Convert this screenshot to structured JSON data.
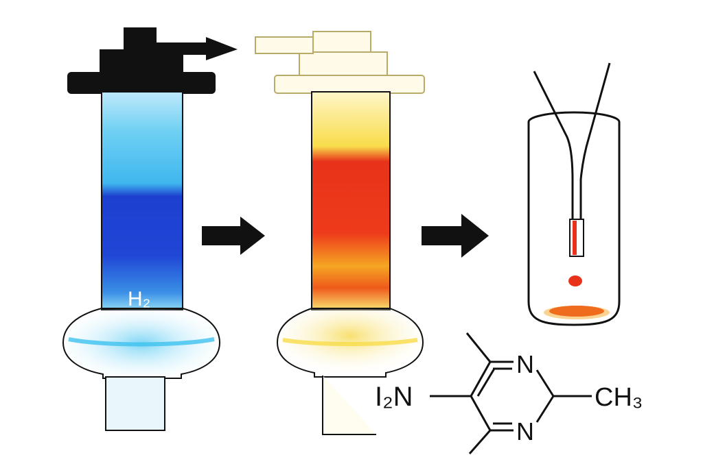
{
  "labels": {
    "gas": "H₂",
    "amine_group": "I₂N",
    "ring_n_top": "N",
    "ring_n_bottom": "N",
    "methyl": "CH₃"
  },
  "colors": {
    "blue_dark": "#1d3fd0",
    "blue_light": "#3fc2ef",
    "red": "#e8321a",
    "orange": "#f5a623",
    "yellow": "#f8dc4a",
    "ink": "#111111"
  }
}
